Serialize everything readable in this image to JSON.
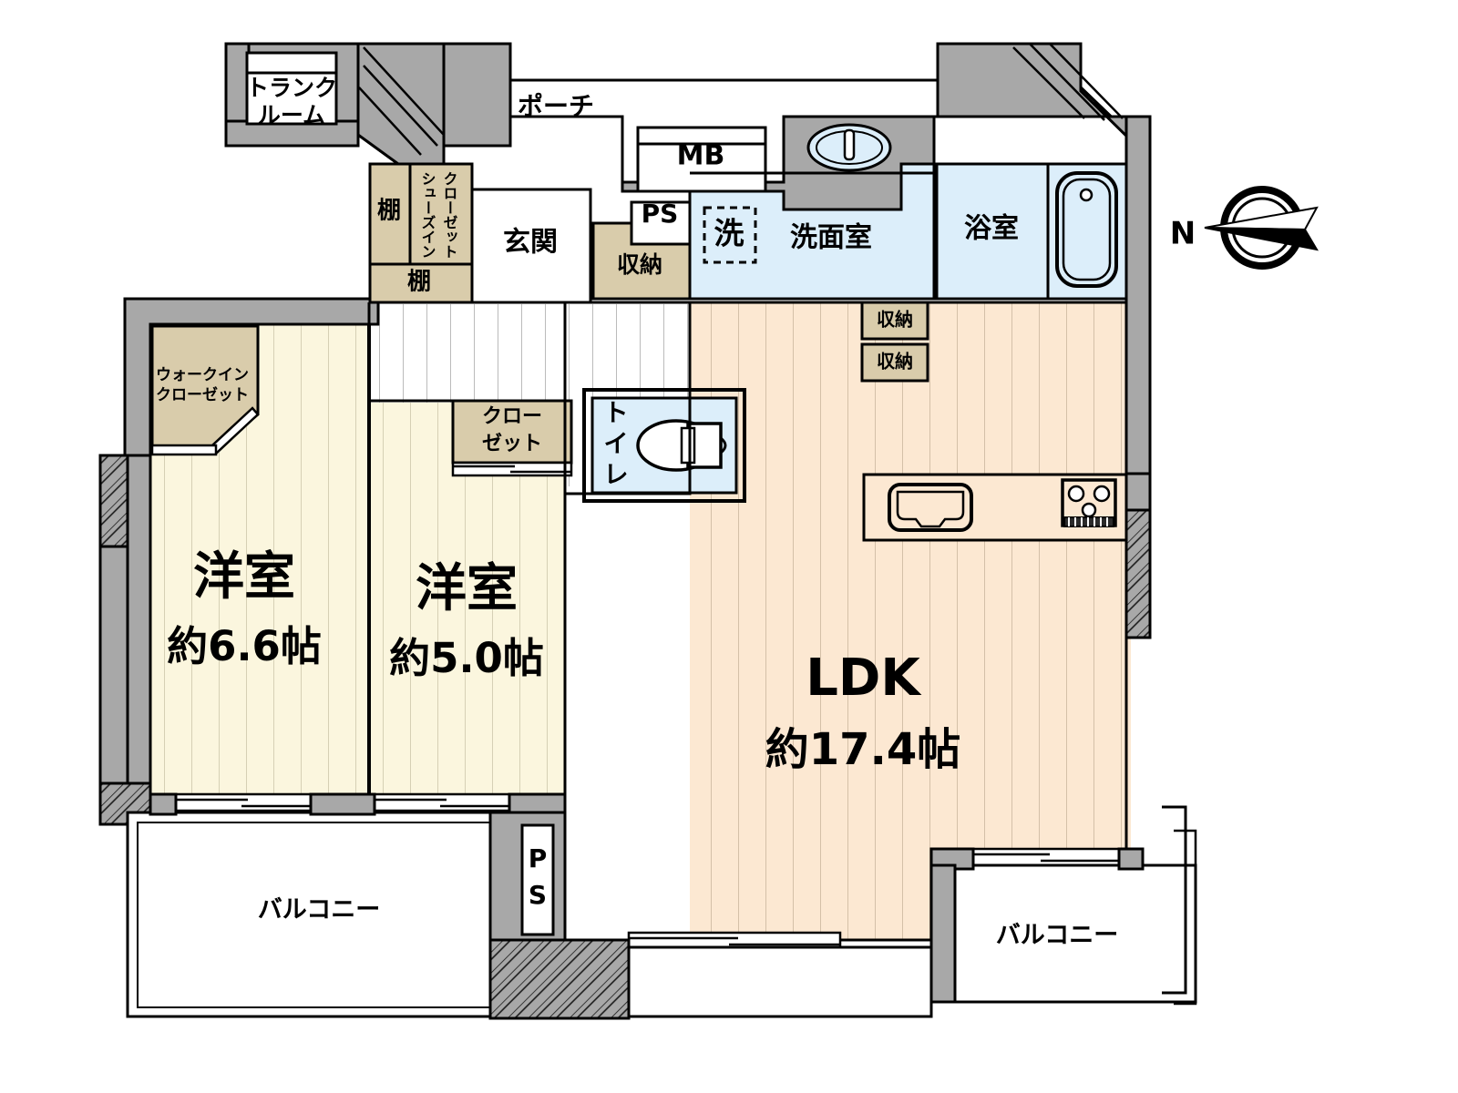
{
  "plan": {
    "title": "Apartment floor plan 2LDK",
    "colors": {
      "wall": "#a8a8a8",
      "wall_stroke": "#000000",
      "flooring_ldk": "#fce8d2",
      "flooring_room": "#fbf6de",
      "wet_area": "#dceefa",
      "closet": "#d9ccab",
      "white": "#ffffff",
      "line": "#000000",
      "hatch": "#9a9a9a"
    },
    "compass": {
      "label": "N"
    },
    "rooms": [
      {
        "id": "trunk-room",
        "name": "trunk-room",
        "label": "トランク\nルーム",
        "lines": [
          "トランク",
          "ルーム"
        ]
      },
      {
        "id": "porch",
        "name": "porch",
        "label": "ポーチ",
        "lines": [
          "ポーチ"
        ]
      },
      {
        "id": "mb",
        "name": "meter-box",
        "label": "MB",
        "lines": [
          "MB"
        ]
      },
      {
        "id": "ps-entry",
        "name": "pipe-shaft-entry",
        "label": "PS",
        "lines": [
          "PS"
        ]
      },
      {
        "id": "washer",
        "name": "washer-space",
        "label": "洗",
        "lines": [
          "洗"
        ]
      },
      {
        "id": "washroom",
        "name": "washroom",
        "label": "洗面室",
        "lines": [
          "洗面室"
        ]
      },
      {
        "id": "bathroom",
        "name": "bathroom",
        "label": "浴室",
        "lines": [
          "浴室"
        ]
      },
      {
        "id": "shoes-in-closet",
        "name": "shoes-in-closet",
        "label": "シューズイン\nクローゼット",
        "lines": [
          "シューズイン",
          "クローゼット"
        ]
      },
      {
        "id": "shelf-upper",
        "name": "shelf-upper",
        "label": "棚",
        "lines": [
          "棚"
        ]
      },
      {
        "id": "shelf-lower",
        "name": "shelf-lower",
        "label": "棚",
        "lines": [
          "棚"
        ]
      },
      {
        "id": "genkan",
        "name": "entrance-hall",
        "label": "玄関",
        "lines": [
          "玄関"
        ]
      },
      {
        "id": "storage-entry",
        "name": "storage-entry",
        "label": "収納",
        "lines": [
          "収納"
        ]
      },
      {
        "id": "storage-ldk-1",
        "name": "storage-ldk-upper",
        "label": "収納",
        "lines": [
          "収納"
        ]
      },
      {
        "id": "storage-ldk-2",
        "name": "storage-ldk-lower",
        "label": "収納",
        "lines": [
          "収納"
        ]
      },
      {
        "id": "walk-in-closet",
        "name": "walk-in-closet",
        "label": "ウォークイン\nクローゼット",
        "lines": [
          "ウォークイン",
          "クローゼット"
        ]
      },
      {
        "id": "closet-room2",
        "name": "closet-room2",
        "label": "クローゼット",
        "lines": [
          "クロー",
          "ゼット"
        ]
      },
      {
        "id": "toilet",
        "name": "toilet",
        "label": "トイレ",
        "lines": [
          "ト",
          "イ",
          "レ"
        ]
      },
      {
        "id": "room1",
        "name": "western-room-1",
        "label": "洋室 約6.6帖",
        "lines": [
          "洋室",
          "約6.6帖"
        ]
      },
      {
        "id": "room2",
        "name": "western-room-2",
        "label": "洋室 約5.0帖",
        "lines": [
          "洋室",
          "約5.0帖"
        ]
      },
      {
        "id": "ldk",
        "name": "living-dining-kitchen",
        "label": "LDK 約17.4帖",
        "lines": [
          "LDK",
          "約17.4帖"
        ]
      },
      {
        "id": "balcony-left",
        "name": "balcony-left",
        "label": "バルコニー",
        "lines": [
          "バルコニー"
        ]
      },
      {
        "id": "balcony-right",
        "name": "balcony-right",
        "label": "バルコニー",
        "lines": [
          "バルコニー"
        ]
      },
      {
        "id": "ps-balcony",
        "name": "pipe-shaft-balcony",
        "label": "PS",
        "lines": [
          "P",
          "S"
        ]
      }
    ],
    "fixtures": [
      {
        "id": "bathtub",
        "name": "bathtub-fixture"
      },
      {
        "id": "vanity",
        "name": "vanity-sink-fixture"
      },
      {
        "id": "toilet-bowl",
        "name": "toilet-fixture"
      },
      {
        "id": "kitchen-sink",
        "name": "kitchen-sink-fixture"
      },
      {
        "id": "stove",
        "name": "gas-stove-fixture"
      }
    ],
    "text": {
      "trunk_l1": "トランク",
      "trunk_l2": "ルーム",
      "porch": "ポーチ",
      "mb": "MB",
      "ps_entry": "PS",
      "washer": "洗",
      "washroom": "洗面室",
      "bathroom": "浴室",
      "sic_l1": "シューズイン",
      "sic_l2": "クローゼット",
      "shelf1": "棚",
      "shelf2": "棚",
      "genkan": "玄関",
      "storage_entry": "収納",
      "storage_ldk_1": "収納",
      "storage_ldk_2": "収納",
      "wic_l1": "ウォークイン",
      "wic_l2": "クローゼット",
      "closet2_l1": "クロー",
      "closet2_l2": "ゼット",
      "toilet_c1": "ト",
      "toilet_c2": "イ",
      "toilet_c3": "レ",
      "room1_name": "洋室",
      "room1_size": "約6.6帖",
      "room2_name": "洋室",
      "room2_size": "約5.0帖",
      "ldk_name": "LDK",
      "ldk_size": "約17.4帖",
      "balcony_left": "バルコニー",
      "balcony_right": "バルコニー",
      "ps_bal_c1": "P",
      "ps_bal_c2": "S",
      "compass_n": "N"
    }
  }
}
